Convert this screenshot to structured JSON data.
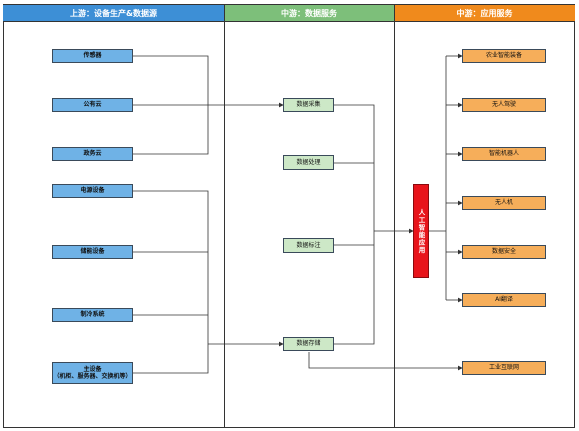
{
  "headers": {
    "upstream": "上游：设备生产&数据源",
    "midstream_data": "中游：数据服务",
    "midstream_app": "中游：应用服务"
  },
  "colors": {
    "upstream_header": "#3d8fd6",
    "midstream_data_header": "#7dbf7a",
    "midstream_app_header": "#f08a1c",
    "upstream_box": "#6fb2e6",
    "midstream_box": "#cde8c7",
    "downstream_box": "#f6ae5a",
    "ai_box": "#e8141b"
  },
  "upstream": {
    "sensor": "传感器",
    "public_cloud": "公有云",
    "gov_cloud": "政务云",
    "power_equipment": "电源设备",
    "storage_equipment": "储能设备",
    "cooling_system": "制冷系统",
    "main_equipment": "主设备",
    "main_equipment_sub": "（机柜、服务器、交换机等）"
  },
  "midstream": {
    "collection": "数据采集",
    "processing": "数据处理",
    "annotation": "数据标注",
    "storage": "数据存储"
  },
  "ai": {
    "label": "人工智能应用"
  },
  "downstream": {
    "agri_robot": "农业智能装备",
    "autonomous": "无人驾驶",
    "smart_robot": "智能机器人",
    "drone": "无人机",
    "data_security": "数据安全",
    "ai_translation": "AI翻译",
    "industrial_internet": "工业互联网"
  }
}
